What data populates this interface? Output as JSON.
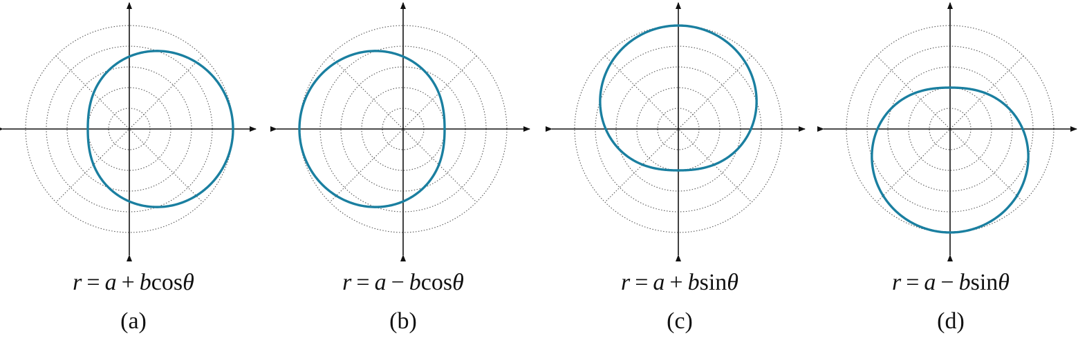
{
  "style": {
    "curve_color": "#1a7fa0",
    "axis_color": "#111111",
    "grid_color": "#555555"
  },
  "panels": [
    {
      "label": "(a)",
      "equation": {
        "r": "r",
        "eq": "=",
        "a": "a",
        "op": "+",
        "b": "b",
        "fn": "cos",
        "theta": "θ"
      },
      "curve": {
        "a": 3.5,
        "b": 1.5,
        "trig": "cos",
        "sign": 1
      }
    },
    {
      "label": "(b)",
      "equation": {
        "r": "r",
        "eq": "=",
        "a": "a",
        "op": "−",
        "b": "b",
        "fn": "cos",
        "theta": "θ"
      },
      "curve": {
        "a": 3.5,
        "b": 1.5,
        "trig": "cos",
        "sign": -1
      }
    },
    {
      "label": "(c)",
      "equation": {
        "r": "r",
        "eq": "=",
        "a": "a",
        "op": "+",
        "b": "b",
        "fn": "sin",
        "theta": "θ"
      },
      "curve": {
        "a": 3.5,
        "b": 1.5,
        "trig": "sin",
        "sign": 1
      }
    },
    {
      "label": "(d)",
      "equation": {
        "r": "r",
        "eq": "=",
        "a": "a",
        "op": "−",
        "b": "b",
        "fn": "sin",
        "theta": "θ"
      },
      "curve": {
        "a": 3.5,
        "b": 1.5,
        "trig": "sin",
        "sign": -1
      }
    }
  ],
  "grid": {
    "rings": 5,
    "ring_step": 1
  }
}
